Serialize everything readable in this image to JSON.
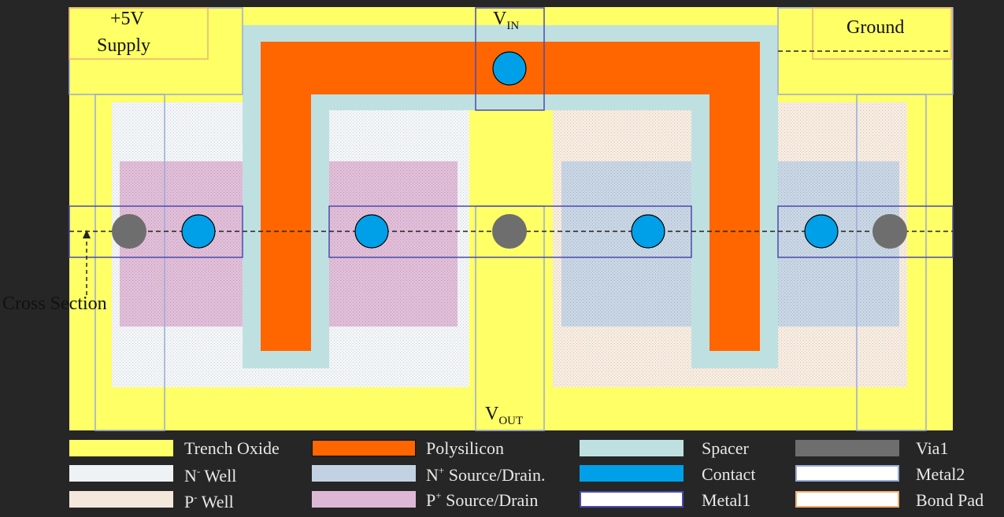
{
  "labels": {
    "supply_line1": "+5V",
    "supply_line2": "Supply",
    "ground": "Ground",
    "vin_main": "V",
    "vin_sub": "IN",
    "vout_main": "V",
    "vout_sub": "OUT",
    "cross_section": "Cross Section"
  },
  "legend": [
    {
      "key": "trench_oxide",
      "prefix": "Trench Oxide",
      "sup": "",
      "suffix": ""
    },
    {
      "key": "n_well",
      "prefix": "N",
      "sup": "-",
      "suffix": " Well"
    },
    {
      "key": "p_well",
      "prefix": "P",
      "sup": "-",
      "suffix": " Well"
    },
    {
      "key": "polysilicon",
      "prefix": "Polysilicon",
      "sup": "",
      "suffix": ""
    },
    {
      "key": "n_plus",
      "prefix": "N",
      "sup": "+",
      "suffix": " Source/Drain."
    },
    {
      "key": "p_plus",
      "prefix": "P",
      "sup": "+",
      "suffix": " Source/Drain"
    },
    {
      "key": "spacer",
      "prefix": "Spacer",
      "sup": "",
      "suffix": ""
    },
    {
      "key": "contact",
      "prefix": "Contact",
      "sup": "",
      "suffix": ""
    },
    {
      "key": "metal1",
      "prefix": "Metal1",
      "sup": "",
      "suffix": ""
    },
    {
      "key": "via1",
      "prefix": "Via1",
      "sup": "",
      "suffix": ""
    },
    {
      "key": "metal2",
      "prefix": "Metal2",
      "sup": "",
      "suffix": ""
    },
    {
      "key": "bond_pad",
      "prefix": "Bond Pad",
      "sup": "",
      "suffix": ""
    }
  ],
  "colors": {
    "background": "#262626",
    "trench_oxide": "#ffff66",
    "polysilicon": "#ff6600",
    "spacer": "#bfe0e0",
    "contact": "#00a0e8",
    "via1": "#6e6e6e",
    "n_well": "#eef2f4",
    "p_well": "#f4e8dc",
    "n_plus": "#c3d2e2",
    "p_plus": "#dcb8d6",
    "metal1_border": "#4a4ab0",
    "metal2_border": "#9aaad8",
    "bond_pad_border": "#f0b070"
  }
}
